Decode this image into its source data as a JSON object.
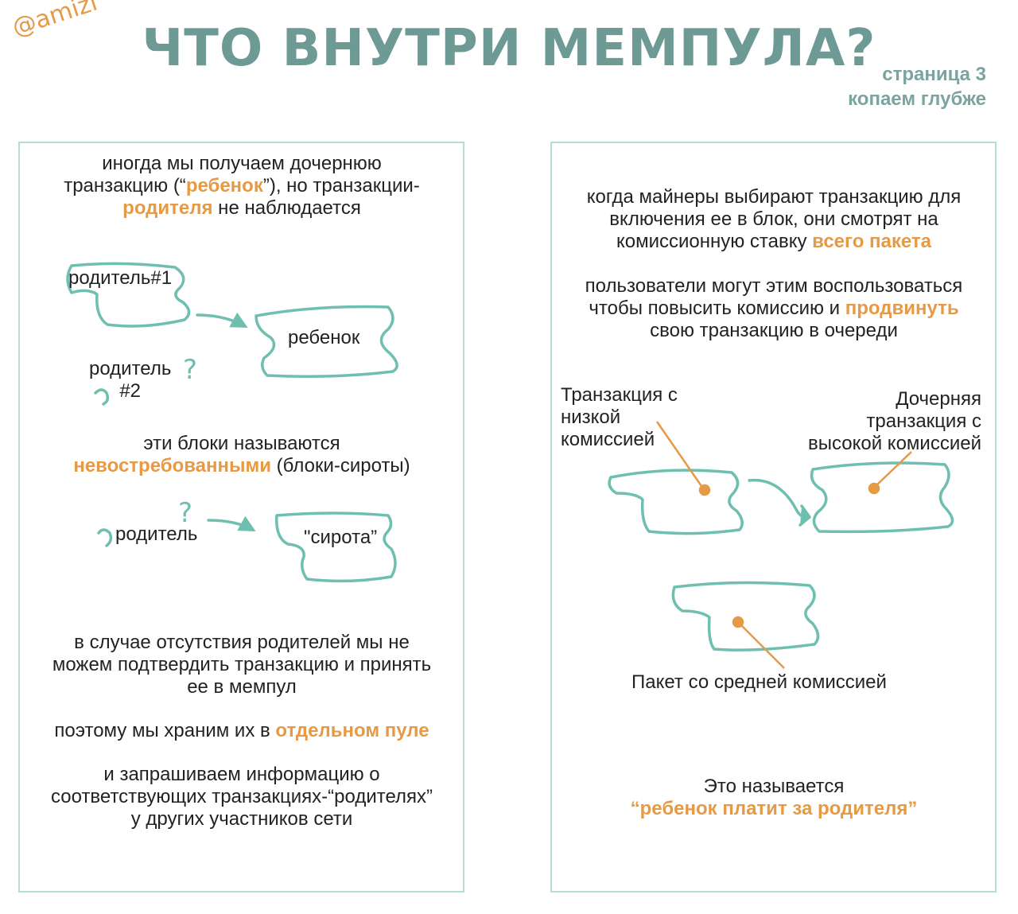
{
  "header": {
    "handle": "@amizi",
    "title": "ЧТО ВНУТРИ МЕМПУЛА?",
    "page_line1": "страница 3",
    "page_line2": "копаем глубже"
  },
  "left": {
    "p1_a": "иногда мы получаем дочернюю",
    "p1_b": "транзакцию (“",
    "p1_child": "ребенок",
    "p1_c": "”), но транзакции-",
    "p1_parent": "родителя",
    "p1_d": " не наблюдается",
    "parent1_label": "родитель#1",
    "child_label": "ребенок",
    "parent2_line1": "родитель",
    "parent2_line2": "#2",
    "q_mark": "?",
    "p2_a": "эти блоки называются",
    "p2_orphan_hl": "невостребованными",
    "p2_b": " (блоки-сироты)",
    "parent_label": "родитель",
    "orphan_label": "\"сирота”",
    "p3_line1": "в случае отсутствия родителей мы не",
    "p3_line2": "можем подтвердить транзакцию и принять",
    "p3_line3": "ее в мемпул",
    "p4_a": "поэтому мы храним их в ",
    "p4_hl": "отдельном пуле",
    "p5_line1": "и запрашиваем информацию о",
    "p5_line2": "соответствующих транзакциях-“родителях”",
    "p5_line3": "у других участников сети"
  },
  "right": {
    "p1_line1": "когда майнеры выбирают транзакцию для",
    "p1_line2": "включения ее в блок, они смотрят на",
    "p1_c": "комиссионную ставку ",
    "p1_hl": "всего пакета",
    "p2_line1": "пользователи могут этим воспользоваться",
    "p2_b": "чтобы повысить комиссию и ",
    "p2_hl": "продвинуть",
    "p2_line3": "свою транзакцию в очереди",
    "low_line1": "Транзакция с",
    "low_line2": "низкой",
    "low_line3": "комиссией",
    "high_line1": "Дочерняя",
    "high_line2": "транзакция с",
    "high_line3": "высокой комиссией",
    "pkg_label": "Пакет со средней комиссией",
    "p3_line1": "Это называется",
    "p3_hl": "“ребенок платит за родителя”"
  },
  "colors": {
    "teal": "#6fbfb0",
    "orange": "#e69a45",
    "title": "#6e9a96"
  }
}
